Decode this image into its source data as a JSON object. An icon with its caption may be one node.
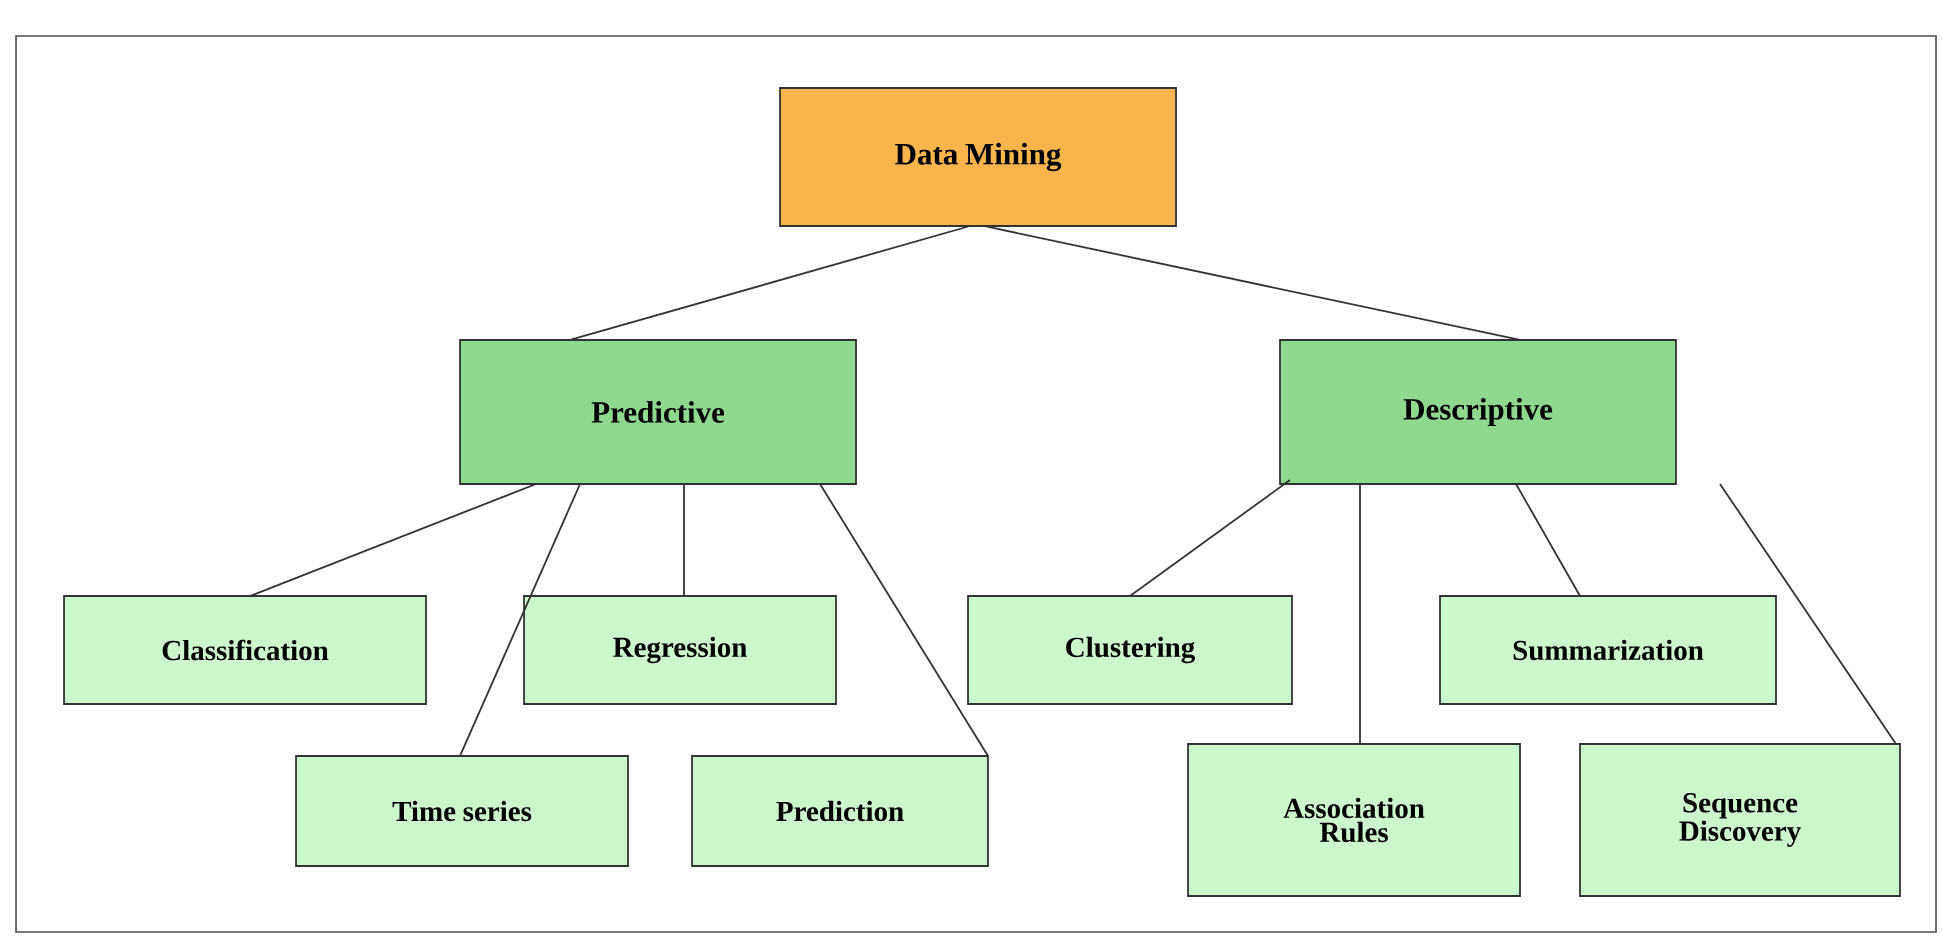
{
  "diagram": {
    "nodes": [
      {
        "text": [
          "Data Mining"
        ]
      },
      {
        "text": [
          "Predictive"
        ]
      },
      {
        "text": [
          "Descriptive"
        ]
      },
      {
        "text": [
          "Classification"
        ]
      },
      {
        "text": [
          "Time series"
        ]
      },
      {
        "text": [
          "Regression"
        ]
      },
      {
        "text": [
          "Prediction"
        ]
      },
      {
        "text": [
          "Clustering"
        ]
      },
      {
        "text": [
          "Association Rules"
        ]
      },
      {
        "text": [
          "Summarization"
        ]
      },
      {
        "text": [
          "Sequence Discovery"
        ]
      }
    ],
    "edges": [
      {
        "from": 0,
        "to": 1,
        "arrow": "none"
      },
      {
        "from": 0,
        "to": 2,
        "arrow": "none"
      },
      {
        "from": 1,
        "to": 3,
        "arrow": "none"
      },
      {
        "from": 1,
        "to": 4,
        "arrow": "none"
      },
      {
        "from": 1,
        "to": 5,
        "arrow": "none"
      },
      {
        "from": 1,
        "to": 6,
        "arrow": "none"
      },
      {
        "from": 2,
        "to": 7,
        "arrow": "none"
      },
      {
        "from": 2,
        "to": 8,
        "arrow": "none"
      },
      {
        "from": 2,
        "to": 9,
        "arrow": "none"
      },
      {
        "from": 2,
        "to": 10,
        "arrow": "none"
      }
    ]
  }
}
